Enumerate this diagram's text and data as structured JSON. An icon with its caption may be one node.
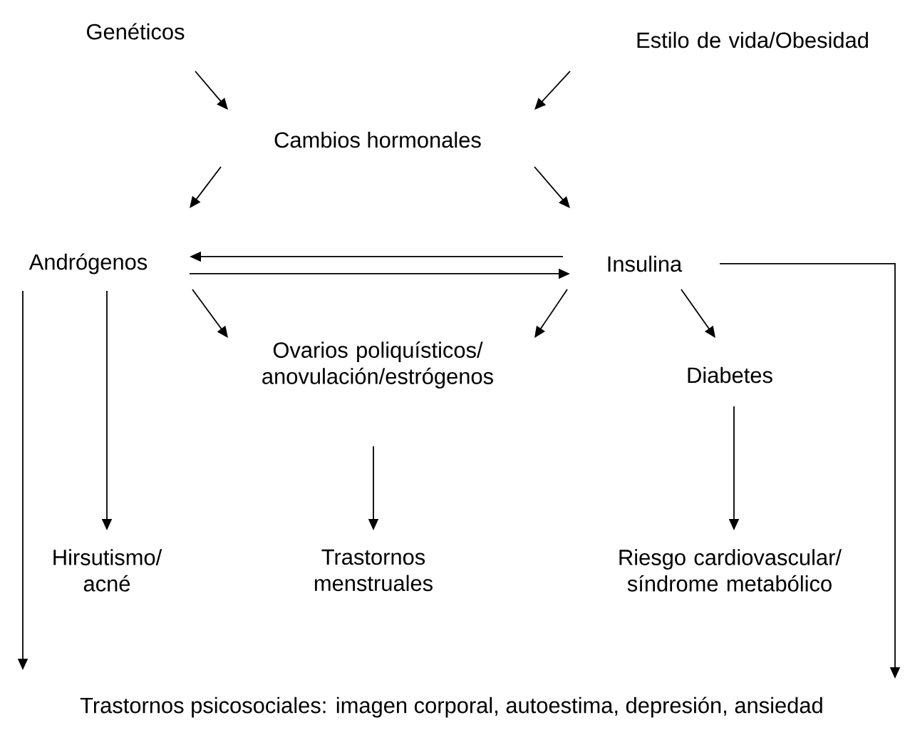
{
  "diagram": {
    "nodes": [
      {
        "text": [
          "Genéticos"
        ]
      },
      {
        "text": [
          "Estilo de vida/Obesidad"
        ]
      },
      {
        "text": [
          "Cambios hormonales"
        ]
      },
      {
        "text": [
          "Andrógenos"
        ]
      },
      {
        "text": [
          "Insulina"
        ]
      },
      {
        "text": [
          "Ovarios poliquísticos/ anovulación/estrógenos"
        ]
      },
      {
        "text": [
          "Diabetes"
        ]
      },
      {
        "text": [
          "Hirsutismo/ acné"
        ]
      },
      {
        "text": [
          "Trastornos menstruales"
        ]
      },
      {
        "text": [
          "Riesgo cardiovascular/ síndrome metabólico"
        ]
      },
      {
        "text": [
          "Trastornos psicosociales: imagen corporal, autoestima, depresión, ansiedad"
        ]
      }
    ],
    "edges": [
      {
        "from": 0,
        "to": 2,
        "arrow": "to"
      },
      {
        "from": 1,
        "to": 2,
        "arrow": "to"
      },
      {
        "from": 2,
        "to": 3,
        "arrow": "to"
      },
      {
        "from": 2,
        "to": 4,
        "arrow": "to"
      },
      {
        "from": 4,
        "to": 3,
        "arrow": "to"
      },
      {
        "from": 3,
        "to": 4,
        "arrow": "to"
      },
      {
        "from": 3,
        "to": 5,
        "arrow": "to"
      },
      {
        "from": 4,
        "to": 5,
        "arrow": "to"
      },
      {
        "from": 4,
        "to": 6,
        "arrow": "to"
      },
      {
        "from": 3,
        "to": 7,
        "arrow": "to"
      },
      {
        "from": 5,
        "to": 8,
        "arrow": "to"
      },
      {
        "from": 6,
        "to": 9,
        "arrow": "to"
      },
      {
        "from": 3,
        "to": 10,
        "arrow": "to"
      },
      {
        "from": 4,
        "to": 10,
        "arrow": "to"
      }
    ]
  }
}
